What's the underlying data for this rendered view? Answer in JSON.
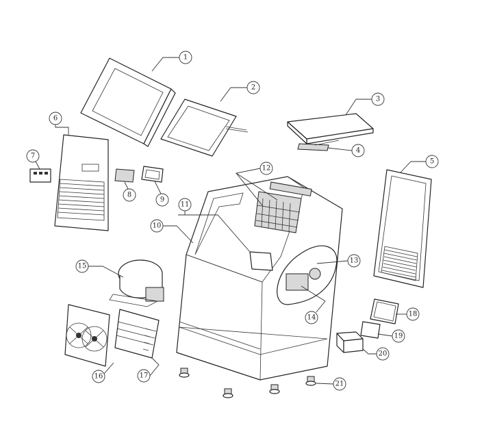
{
  "diagram": {
    "type": "exploded-view parts diagram",
    "callouts": [
      "1",
      "2",
      "3",
      "4",
      "5",
      "6",
      "7",
      "8",
      "9",
      "10",
      "11",
      "12",
      "13",
      "14",
      "15",
      "16",
      "17",
      "18",
      "19",
      "20",
      "21"
    ]
  }
}
